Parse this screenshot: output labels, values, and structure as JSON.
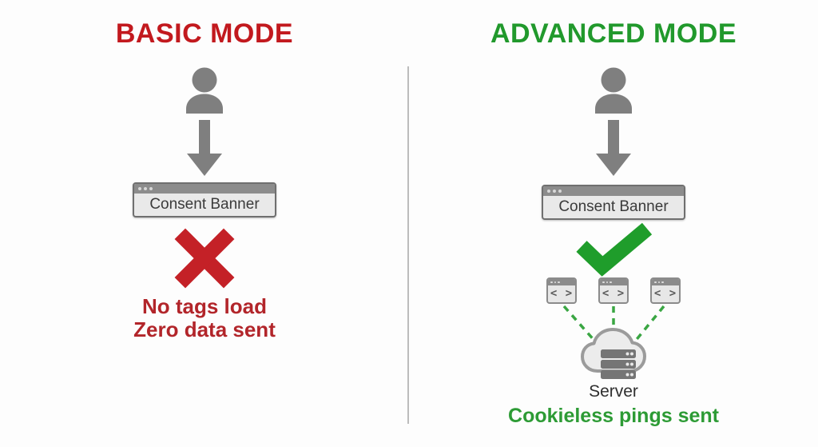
{
  "colors": {
    "background": "#fdfdfd",
    "basic_red": "#c2191e",
    "advanced_green": "#21992c",
    "icon_gray": "#7f7f7f",
    "x_mark_red": "#c42127",
    "check_green": "#1f9d2b",
    "dashed_line_green": "#3aa643",
    "result_text_red": "#b2252a",
    "caption_green": "#2d9b35"
  },
  "icons": {
    "user": "user-icon",
    "arrow": "arrow-down-icon",
    "x_mark": "x-mark-icon",
    "checkmark": "checkmark-icon",
    "tag": "tag-icon",
    "cloud_server": "cloud-server-icon"
  },
  "left_panel": {
    "title": "BASIC MODE",
    "consent_banner_label": "Consent Banner",
    "result_line1": "No tags load",
    "result_line2": "Zero data sent"
  },
  "right_panel": {
    "title": "ADVANCED MODE",
    "consent_banner_label": "Consent Banner",
    "tag_glyph": "< >",
    "server_label": "Server",
    "caption": "Cookieless pings sent"
  }
}
